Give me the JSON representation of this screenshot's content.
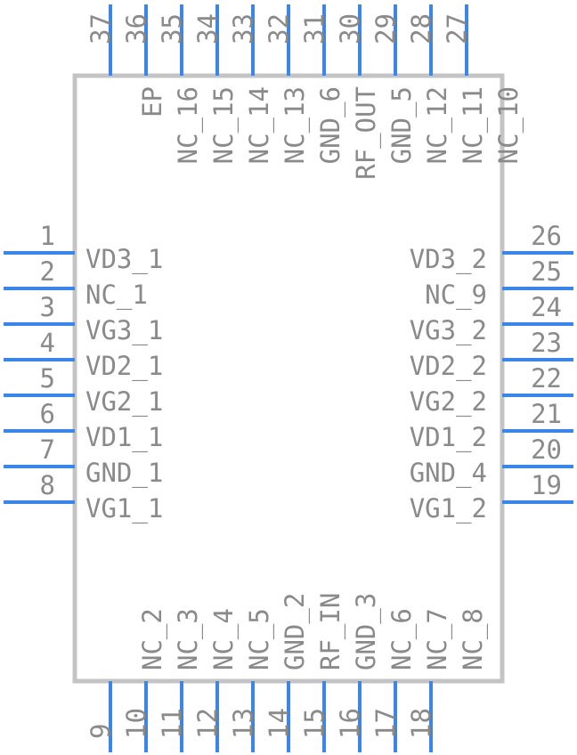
{
  "component": {
    "left_pins": [
      {
        "num": "1",
        "name": "VD3_1"
      },
      {
        "num": "2",
        "name": "NC_1"
      },
      {
        "num": "3",
        "name": "VG3_1"
      },
      {
        "num": "4",
        "name": "VD2_1"
      },
      {
        "num": "5",
        "name": "VG2_1"
      },
      {
        "num": "6",
        "name": "VD1_1"
      },
      {
        "num": "7",
        "name": "GND_1"
      },
      {
        "num": "8",
        "name": "VG1_1"
      }
    ],
    "right_pins": [
      {
        "num": "26",
        "name": "VD3_2"
      },
      {
        "num": "25",
        "name": "NC_9"
      },
      {
        "num": "24",
        "name": "VG3_2"
      },
      {
        "num": "23",
        "name": "VD2_2"
      },
      {
        "num": "22",
        "name": "VG2_2"
      },
      {
        "num": "21",
        "name": "VD1_2"
      },
      {
        "num": "20",
        "name": "GND_4"
      },
      {
        "num": "19",
        "name": "VG1_2"
      }
    ],
    "bottom_pins": [
      {
        "num": "9",
        "name": ""
      },
      {
        "num": "10",
        "name": "NC_2"
      },
      {
        "num": "11",
        "name": "NC_3"
      },
      {
        "num": "12",
        "name": "NC_4"
      },
      {
        "num": "13",
        "name": "NC_5"
      },
      {
        "num": "14",
        "name": "GND_2"
      },
      {
        "num": "15",
        "name": "RF_IN"
      },
      {
        "num": "16",
        "name": "GND_3"
      },
      {
        "num": "17",
        "name": "NC_6"
      },
      {
        "num": "18",
        "name": "NC_7"
      },
      {
        "num": "",
        "name": "NC_8"
      }
    ],
    "top_pins": [
      {
        "num": "37",
        "name": ""
      },
      {
        "num": "36",
        "name": "EP"
      },
      {
        "num": "35",
        "name": "NC_16"
      },
      {
        "num": "34",
        "name": "NC_15"
      },
      {
        "num": "33",
        "name": "NC_14"
      },
      {
        "num": "32",
        "name": "NC_13"
      },
      {
        "num": "31",
        "name": "GND_6"
      },
      {
        "num": "30",
        "name": "RF_OUT"
      },
      {
        "num": "29",
        "name": "GND_5"
      },
      {
        "num": "28",
        "name": "NC_12"
      },
      {
        "num": "27",
        "name": "NC_11"
      },
      {
        "num": "",
        "name": "NC_10"
      }
    ]
  },
  "colors": {
    "pin": "#3b86e6",
    "body_outline": "#c4c4c4",
    "text": "#8a8a8a"
  }
}
